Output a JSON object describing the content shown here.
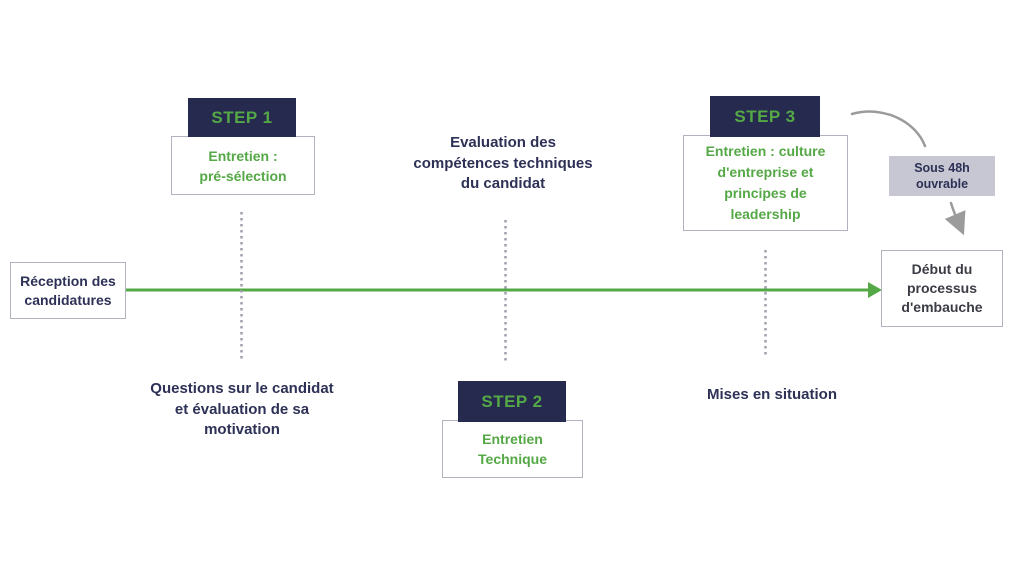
{
  "colors": {
    "navy": "#252a4e",
    "green": "#55a846",
    "text_navy": "#2e3156",
    "text_dark": "#3b3c45",
    "gray_arrow": "#9b9b9b",
    "dotted_gray": "#9fa0ad",
    "box_border": "#b0b2c0",
    "sous_bg": "#c6c7d2",
    "bg": "#ffffff"
  },
  "timeline": {
    "start_node": {
      "lines": [
        "Réception des",
        "candidatures"
      ]
    },
    "end_node": {
      "lines": [
        "Début du",
        "processus",
        "d'embauche"
      ]
    }
  },
  "callout": {
    "delay_badge": {
      "lines": [
        "Sous 48h",
        "ouvrable"
      ]
    }
  },
  "steps": [
    {
      "badge": "STEP 1",
      "card_lines": [
        "Entretien :",
        "pré-sélection"
      ],
      "note_lines": [
        "Questions sur le candidat",
        "et évaluation de sa",
        "motivation"
      ]
    },
    {
      "badge": "STEP 2",
      "card_lines": [
        "Entretien",
        "Technique"
      ],
      "note_lines": [
        "Evaluation des",
        "compétences techniques",
        "du candidat"
      ]
    },
    {
      "badge": "STEP 3",
      "card_lines": [
        "Entretien : culture",
        "d'entreprise et",
        "principes de",
        "leadership"
      ],
      "note_lines": [
        "Mises en situation"
      ]
    }
  ]
}
